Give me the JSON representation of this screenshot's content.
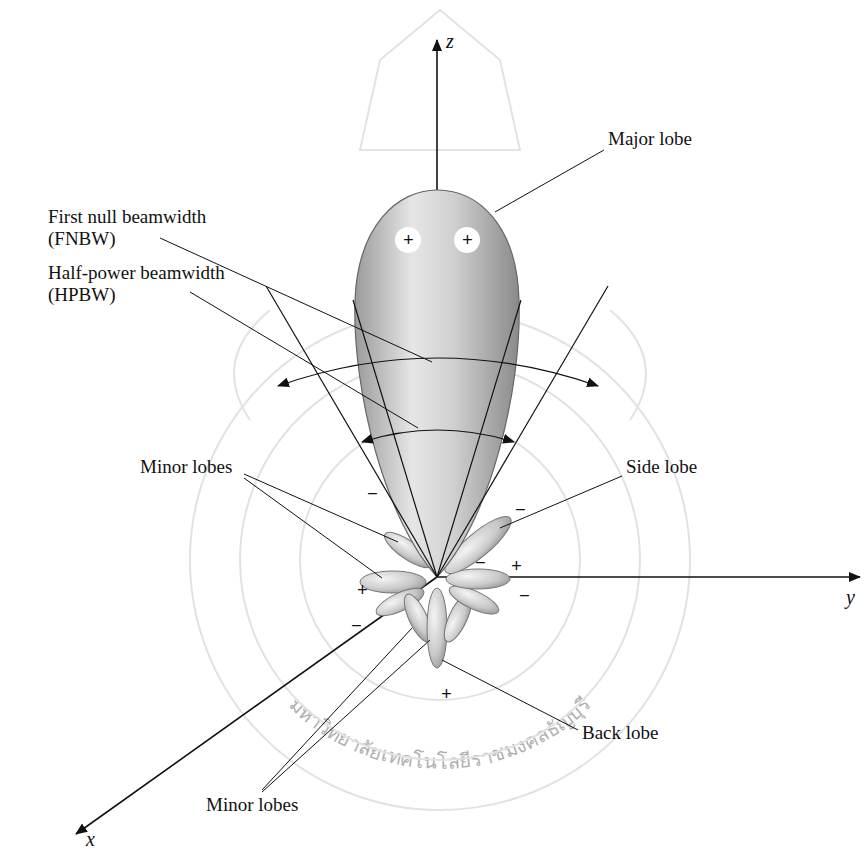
{
  "diagram": {
    "labels": [
      "z",
      "Major lobe",
      "First null beamwidth (FNBW)",
      "Half-power beamwidth (HPBW)",
      "+",
      "+",
      "Minor lobes",
      "Side lobe",
      "−",
      "+",
      "−",
      "−",
      "−",
      "+",
      "−",
      "+",
      "y",
      "Back lobe",
      "Minor lobes",
      "x",
      "มหาวิทยาลัยเทคโนโลยีราชมงคลธัญบุรี"
    ]
  }
}
